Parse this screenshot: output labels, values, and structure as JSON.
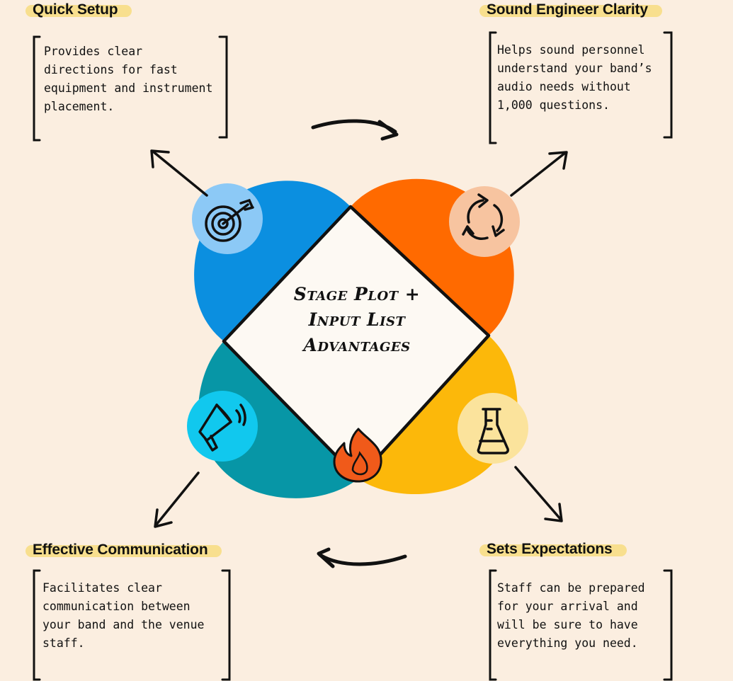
{
  "center": {
    "title": "Stage Plot + Input List Advantages"
  },
  "items": [
    {
      "title": "Quick Setup",
      "description": "Provides clear directions for fast equipment and instrument placement.",
      "icon": "target-icon",
      "color": "#0b8fe0"
    },
    {
      "title": "Sound Engineer Clarity",
      "description": "Helps sound personnel understand your band’s audio needs without 1,000 questions.",
      "icon": "recycle-icon",
      "color": "#ff6a00"
    },
    {
      "title": "Sets Expectations",
      "description": "Staff can be prepared for your arrival and will be sure to have everything you need.",
      "icon": "flask-icon",
      "color": "#fcb80a"
    },
    {
      "title": "Effective Communication",
      "description": "Facilitates clear communication between your band and the venue staff.",
      "icon": "megaphone-icon",
      "color": "#0796a6"
    }
  ],
  "colors": {
    "background": "#fbeee0",
    "highlight": "#f8df8e",
    "center_fill": "#fdf9f3",
    "flame": "#f05a1a"
  }
}
